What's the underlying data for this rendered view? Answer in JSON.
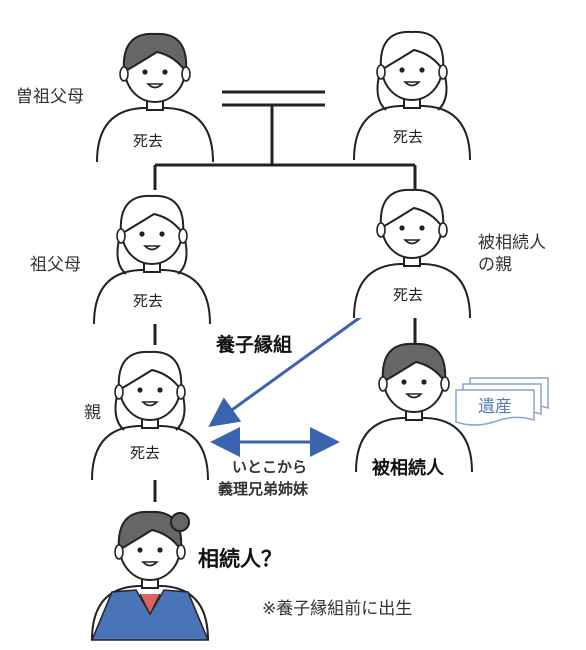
{
  "people": {
    "great_grandfather": {
      "status": "死去"
    },
    "great_grandmother": {
      "status": "死去"
    },
    "grandmother": {
      "status": "死去"
    },
    "decedent_parent": {
      "status": "死去"
    },
    "parent": {
      "status": "死去"
    },
    "decedent": {},
    "child": {}
  },
  "labels": {
    "great_grandparents": "曽祖父母",
    "grandparent": "祖父母",
    "decedent_parent_line1": "被相続人",
    "decedent_parent_line2": "の親",
    "parent": "親",
    "adoption": "養子縁組",
    "relation_line1": "いとこから",
    "relation_line2": "義理兄弟姉妹",
    "decedent": "被相続人",
    "heir_question": "相続人？",
    "note": "※養子縁組前に出生"
  },
  "documents": {
    "estate": "遺産"
  },
  "colors": {
    "arrow": "#3a63b0",
    "line": "#222222",
    "doc_stroke": "#8aa4c8",
    "doc_text": "#5a7fb0",
    "hair_dark": "#666666",
    "uniform_collar": "#4a74b8"
  }
}
